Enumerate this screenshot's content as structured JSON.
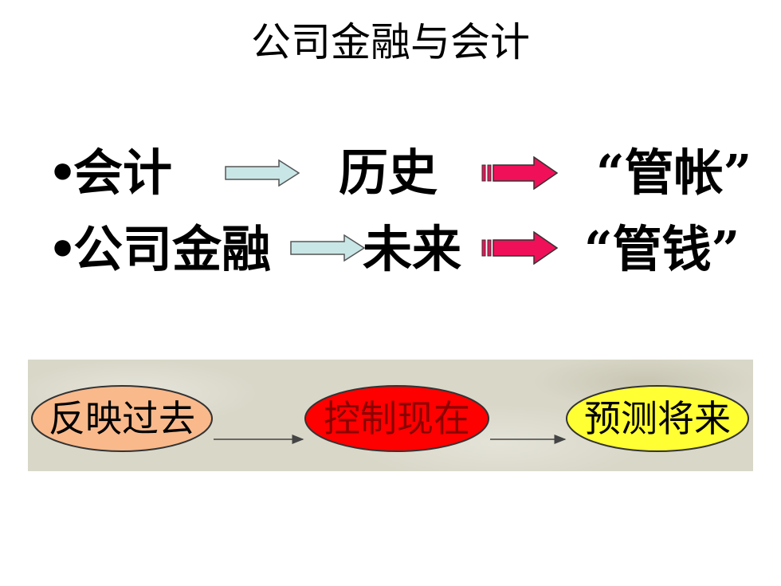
{
  "title": "公司金融与会计",
  "rows": [
    {
      "bullet": "•",
      "subject": "会计",
      "middle": "历史",
      "result": "“管帐”"
    },
    {
      "bullet": "•",
      "subject": "公司金融",
      "middle": "未来",
      "result": "“管钱”"
    }
  ],
  "flow": {
    "steps": [
      {
        "label": "反映过去",
        "color": "#f9b98b"
      },
      {
        "label": "控制现在",
        "color": "#ff0000"
      },
      {
        "label": "预测将来",
        "color": "#ffff33"
      }
    ]
  },
  "colors": {
    "blue_arrow": "#c9e6e6",
    "pink_arrow": "#f0105a"
  }
}
